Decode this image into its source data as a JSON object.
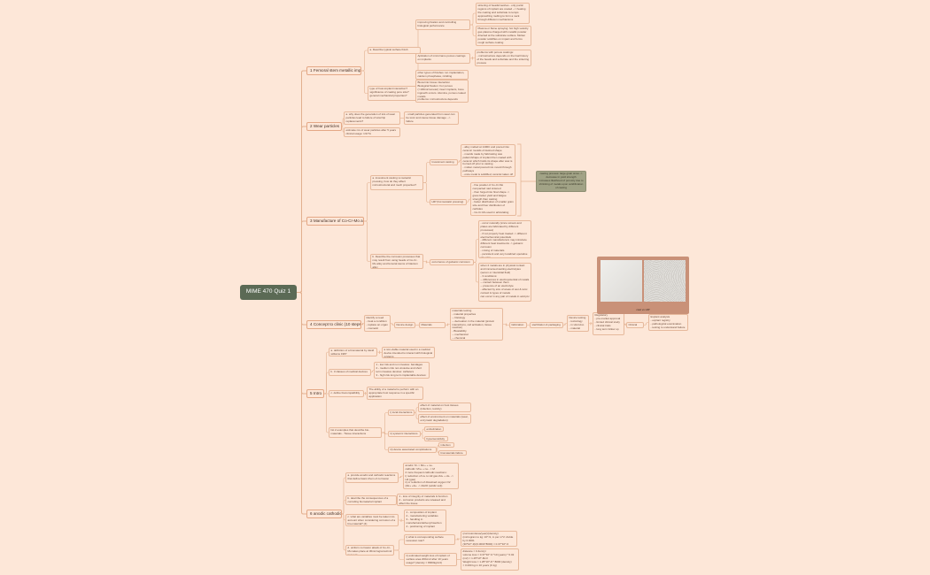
{
  "root": {
    "key": "root",
    "text": "MIME 470 Quiz 1",
    "children": [
      {
        "key": "b1",
        "text": "1 Femoral stem metallic implant",
        "children": [
          {
            "key": "b1a",
            "text": "a. Describe typical surface finish",
            "children": [
              {
                "key": "b1a1",
                "text": "improving fixation and controlling biological performance",
                "children": [
                  {
                    "key": "b1a1a",
                    "text": "sintering of beads/meshes - only partic regions of implant are coated --> heating the coating and substrate to temps approaching melting to form a neck through diffusion mechanisms"
                  },
                  {
                    "key": "b1a1b",
                    "text": "Plasma or flame spraying: hot high velocity gas plasma charged with metallic powder directed at the substrate surface. Molten powder solidifies on impact and forms rough surface coating"
                  }
                ]
              },
              {
                "key": "b1a2",
                "text": "Aplication of micro/nano porous coatings on implants",
                "children": [
                  {
                    "key": "b1a2a",
                    "text": "problems with porous coatings:\n- microstructure depends on thermal history of the beads and substrate and the sintering process"
                  }
                ]
              },
              {
                "key": "b1a3",
                "text": "other types of finishes: ion implantation, calcium phosphates, nitriding"
              }
            ]
          },
          {
            "key": "b1b",
            "text": "type of host-implant interaction? significance of coating pore size? general mechanical properties?",
            "children": [
              {
                "key": "b1b1",
                "text": "Biocermic tissue interaction\nBiological fixation: For porous (>100micrometer) insert implants, bone ingrowth occurs. Alumina, porous coated metals.\nproblems: microstructure depends"
              }
            ]
          }
        ]
      },
      {
        "key": "b2",
        "text": "2 Wear particles",
        "children": [
          {
            "key": "b2a",
            "text": "a. why does the generation of lots of wear particles lead to failure of total hip replacements?",
            "children": [
              {
                "key": "b2a1",
                "text": "- small particles generated from wear can be toxic and cause tissue damage --> failure"
              }
            ]
          },
          {
            "key": "b2b",
            "text": "estimate n/o of wear particles after 5 years clinical usage: 1/1/?A"
          }
        ]
      },
      {
        "key": "b3",
        "text": "3 Manufacture of Co-Cr-Mo alloy",
        "children": [
          {
            "key": "b3a",
            "text": "a. investment casting vs isotactic pressing, how do they affect microstructural and mech properties?",
            "children": [
              {
                "key": "b3a1",
                "text": "Investment casting",
                "children": [
                  {
                    "key": "b3a1a",
                    "text": "- alloy melted at 1400C and poured into ceramic moulds of desired shape\n- moulds made by fabricating wax pattern/shape of implant then coated with ceramic which holds its shape after wax is burned off prior to casting\n- molten metal poured into mould through pathways\n- once metal is solidified, ceramic taken off"
                  }
                ]
              },
              {
                "key": "b3a2",
                "text": "HIP (hot isostatic pressing)",
                "children": [
                  {
                    "key": "b3a2a",
                    "text": "- fine powder of Co-Cr-Mo compacted nad sintered\n- then forged into final shape -> gives better yield and fatigue strength than casting\n- better distribution of smaller grain size and finer distribution of carbides\n- Co-Cr-Mo used in articulating components due to greater fric resistance"
                  }
                ]
              }
            ]
          },
          {
            "key": "b3b",
            "text": "b. Describe the corrosion processes that may result from using heads of Co-Cr-Mo alloy and femoral stems of titanium alloy",
            "children": [
              {
                "key": "b3b1",
                "text": "occurrence of galvanic corrosion",
                "children": [
                  {
                    "key": "b3b1a",
                    "text": "- occur naturally (since screws and plates are fabricated by different processes)\n- if not properly heat treated -> different electrochemical potentials\n- different manufacturers may introduce different heat treatments -> galvanic corrosion\n- mixing of materials\n- persistent and very localized operative site pain"
                  },
                  {
                    "key": "b3b1b",
                    "text": "when 2 metals are in physical contact and immersed wetting electrolytes (serum or interstitial fluid)\n- 3 conditions:\n-- differences in electropotential of metals\n-- contact between them\n-- presence of an electrolyte\n- affected by size of areas of wet & ionic contact & types of metals\n can occur in any pair of metals in acid pH"
                  }
                ]
              }
            ]
          }
        ]
      },
      {
        "key": "b4",
        "text": "4 Concept to clinic (10 steps)",
        "children": [
          {
            "key": "b4a",
            "text": "Identify a need\n - treat a condition\n - replace an organ\n - cosmetic",
            "children": [
              {
                "key": "b4b",
                "text": "Device design",
                "children": [
                  {
                    "key": "b4c",
                    "text": "Materials synthesis",
                    "children": [
                      {
                        "key": "b4d",
                        "text": "materials testing\n- material properties\n-- histology\n-- decreation in the material (protein interactions, cell activation, tissue reaction)\n- Biostability\n-- mechanical\n-- chemical",
                        "children": [
                          {
                            "key": "b4e",
                            "text": "fabrication",
                            "children": [
                              {
                                "key": "b4f",
                                "text": "sterilization & packaging",
                                "children": [
                                  {
                                    "key": "b4g",
                                    "text": "Device testing\n- toxicology\n- in vitro/vivo\n- material",
                                    "children": [
                                      {
                                        "key": "b4h",
                                        "text": "Regulatory\n- pre-market approval\n- limited clinical study\n- clinical trials\n- long term follow up",
                                        "children": [
                                          {
                                            "key": "b4i",
                                            "text": "Clinical use",
                                            "children": [
                                              {
                                                "key": "b4j",
                                                "text": "Explant analysis\n- explant registry\n- pathological examination\n- testing to understand failure"
                                              }
                                            ]
                                          }
                                        ]
                                      }
                                    ]
                                  }
                                ]
                              }
                            ]
                          }
                        ]
                      }
                    ]
                  }
                ]
              }
            ]
          }
        ]
      },
      {
        "key": "b5",
        "text": "5 Intro",
        "children": [
          {
            "key": "b5a",
            "text": "a. definition of a biomaterial by david williams 1987",
            "children": [
              {
                "key": "b5a1",
                "text": "a non-viable material used in a medical device intended to interact with biological systems"
              }
            ]
          },
          {
            "key": "b5b",
            "text": "b. 3 classes of medical devices",
            "children": [
              {
                "key": "b5b1",
                "text": "1 - low risk and non invasive: bandages\n2 - medium risk non-invasive and short term invasive devices: catheters\n3 - high risk long term implantable devices: total hip/knee replacements"
              }
            ]
          },
          {
            "key": "b5c",
            "text": "c. define biocompatibility",
            "children": [
              {
                "key": "b5c1",
                "text": "The ability of a material to perform with an appropriate host response in a specific application"
              }
            ]
          },
          {
            "key": "b5d",
            "text": "list 2 examples that describe bio-materials - Tissue interactions",
            "children": [
              {
                "key": "b5d1",
                "text": "i) local interactions",
                "children": [
                  {
                    "key": "b5d1a",
                    "text": "effect of material on host tissues (infection, toxicity)"
                  },
                  {
                    "key": "b5d1b",
                    "text": "effect of environment on materials (wear, enzymatic degradation)"
                  }
                ]
              },
              {
                "key": "b5d2",
                "text": "ii) systemic interactions",
                "children": [
                  {
                    "key": "b5d2a",
                    "text": "embolization"
                  },
                  {
                    "key": "b5d2b",
                    "text": "hypersensitivity"
                  }
                ]
              },
              {
                "key": "b5d3",
                "text": "iii) device associated complications",
                "children": [
                  {
                    "key": "b5d3a",
                    "text": "infection"
                  },
                  {
                    "key": "b5d3b",
                    "text": "biomaterials failure"
                  }
                ]
              }
            ]
          }
        ]
      },
      {
        "key": "b6",
        "text": "6 anodic cathodic",
        "children": [
          {
            "key": "b6a",
            "text": "a. provide anodic and cathodic reactions that define basic chem of corrosion",
            "children": [
              {
                "key": "b6a1",
                "text": "anodic: M -> Mn+ + ne-\ncathodic: Mn+ + ne- -> M\n2 more frequent cathodic reactions:\ni) reduction of H+ to H2 gas 2H+ + 2e- -> H2 (gas)\nii) or reduction of dissolved oxygen O2 (2H+ +4e- -> 2H2O (acidic sol))"
              }
            ]
          },
          {
            "key": "b6b",
            "text": "b. describe the consequences of a corroding biomaterial implant",
            "children": [
              {
                "key": "b6b1",
                "text": "1 - loss of integrity of materials & function\n2 - corrosion products are released and affect the tissue"
              }
            ]
          },
          {
            "key": "b6c",
            "text": "c. what are variables must be taken into account when considering corrosion of a bio-material? (4)",
            "children": [
              {
                "key": "b6c1",
                "text": "1 - composition of implant\n2 - manufacturing variables\n3 - handling in manufacture/delivery/insertion\n4 - positioning of implant"
              }
            ]
          },
          {
            "key": "b6d",
            "text": "d. uniform corrosion attack of Co-Cr-Mo takes place at 30micrograms/cm2 per year",
            "children": [
              {
                "key": "b6d1",
                "text": "i) what is corresponding surface recession rate?",
                "children": [
                  {
                    "key": "b6d1a",
                    "text": "(corrosion/area/year)/(density)\n(microgram to kg: 10^-9, m per m^2: divide by 0.0001\n(30*10^-9)/(0.0001*8000) = 0.37*10^-6"
                  }
                ]
              },
              {
                "key": "b6d2",
                "text": "ii) estimated weight loss of implant of surface area 200cm2 after 10 years usage? (density = 8000kg/m3)",
                "children": [
                  {
                    "key": "b6d2a",
                    "text": "distance = 0.4um/yr\nvolume loss = 0.37*10^-6 *10 (years) * 0.02 (m2) = 1.25*10^-8m3\nWeight loss = 1.25*10^-8 * 8000 (density)\n= 0.000 kg in 10 years (0.1g)"
                  }
                ]
              }
            ]
          }
        ]
      }
    ]
  },
  "summary": {
    "key": "sum",
    "text": "casting process: large grain sizes -> decrease in yield strength\nincreases likelihood of porosity due to shrinking of metals upon solidification of casting"
  },
  "image": {
    "caption": "cast vs HIP"
  },
  "colors": {
    "background": "#fde7d8",
    "root": "#5b6a55",
    "summary": "#a2a386",
    "line": "#e2b08f",
    "frame": "#c99178"
  }
}
